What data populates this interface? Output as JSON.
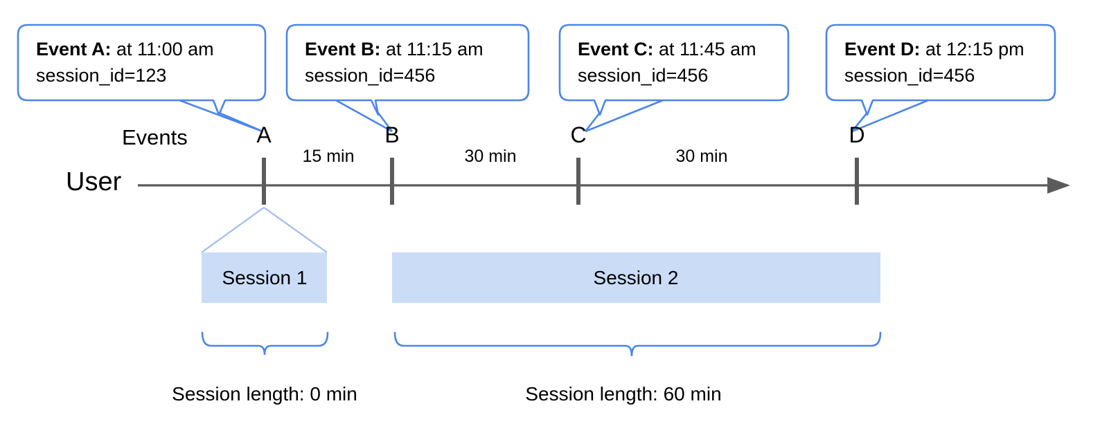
{
  "diagram": {
    "title_row_label": "Events",
    "axis_label": "User",
    "accent_blue": "#4a86e8",
    "session_fill": "#cbdcf7",
    "axis_color": "#5b5b5b",
    "tick_color": "#5b5b5b"
  },
  "callouts": [
    {
      "id": "event-a",
      "bold": "Event A:",
      "rest": " at 11:00 am",
      "line2": "session_id=123"
    },
    {
      "id": "event-b",
      "bold": "Event B:",
      "rest": " at 11:15 am",
      "line2": "session_id=456"
    },
    {
      "id": "event-c",
      "bold": "Event C:",
      "rest": " at 11:45 am",
      "line2": "session_id=456"
    },
    {
      "id": "event-d",
      "bold": "Event D:",
      "rest": " at 12:15 pm",
      "line2": "session_id=456"
    }
  ],
  "ticks": [
    {
      "label": "A",
      "time": "11:00 am"
    },
    {
      "label": "B",
      "time": "11:15 am"
    },
    {
      "label": "C",
      "time": "11:45 am"
    },
    {
      "label": "D",
      "time": "12:15 pm"
    }
  ],
  "durations": [
    {
      "label": "15 min",
      "from": "A",
      "to": "B"
    },
    {
      "label": "30 min",
      "from": "B",
      "to": "C"
    },
    {
      "label": "30 min",
      "from": "C",
      "to": "D"
    }
  ],
  "sessions": [
    {
      "name": "Session 1",
      "length_label": "Session length: 0 min",
      "session_id": "123"
    },
    {
      "name": "Session 2",
      "length_label": "Session length: 60 min",
      "session_id": "456"
    }
  ]
}
